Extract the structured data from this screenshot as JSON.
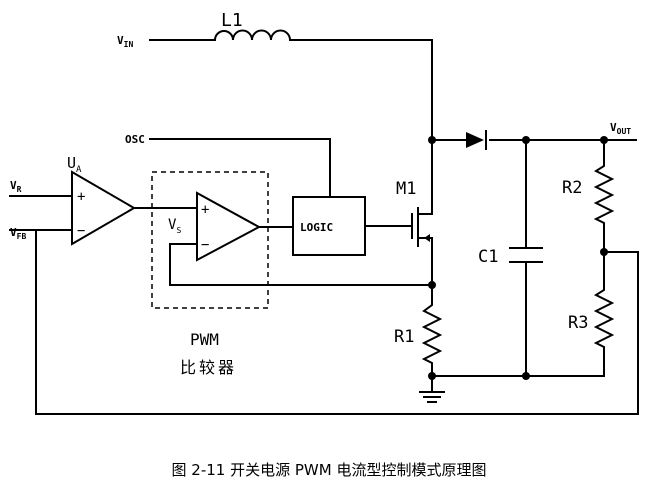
{
  "labels": {
    "l1": "L1",
    "vin": "V",
    "vin_sub": "IN",
    "vout": "V",
    "vout_sub": "OUT",
    "osc": "OSC",
    "ua": "U",
    "ua_sub": "A",
    "vr": "V",
    "vr_sub": "R",
    "vfb": "V",
    "vfb_sub": "FB",
    "vs": "V",
    "vs_sub": "S",
    "logic": "LOGIC",
    "m1": "M1",
    "c1": "C1",
    "r1": "R1",
    "r2": "R2",
    "r3": "R3",
    "plus1": "+",
    "minus1": "−",
    "plus2": "+",
    "minus2": "−",
    "pwm_line1": "PWM",
    "pwm_line2": "比较器"
  },
  "caption": "图 2-11 开关电源 PWM 电流型控制模式原理图"
}
